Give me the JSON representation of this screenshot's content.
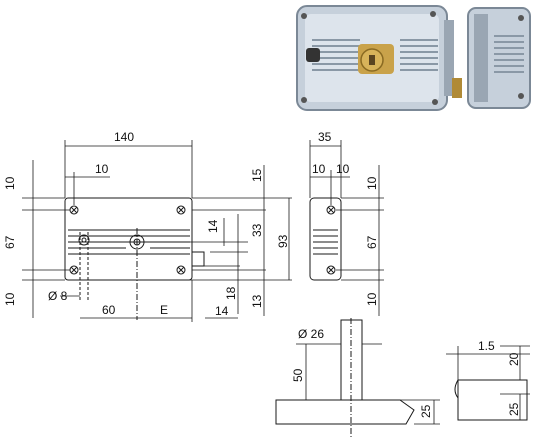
{
  "dimensions": {
    "front_width": "140",
    "side_width": "35",
    "top_offset_left": "10",
    "side_offset_a": "10",
    "side_offset_b": "10",
    "left_vertical_10_top": "10",
    "left_vertical_67": "67",
    "left_vertical_10_bottom": "10",
    "right_15": "15",
    "right_14": "14",
    "right_33": "33",
    "right_93": "93",
    "right_18": "18",
    "right_13": "13",
    "right_14_bottom": "14",
    "diameter_8": "Ø 8",
    "bottom_60": "60",
    "bottom_E": "E",
    "side_10_top": "10",
    "side_67": "67",
    "side_10_bottom": "10",
    "cyl_diameter": "Ø 26",
    "cyl_50": "50",
    "cyl_25": "25",
    "detail_1_5": "1.5",
    "detail_20": "20",
    "detail_25": "25"
  },
  "colors": {
    "line": "#1a1a1a",
    "lock_body": "#c9d3de",
    "lock_dark": "#6d7b8a",
    "brass": "#c9a24a"
  }
}
